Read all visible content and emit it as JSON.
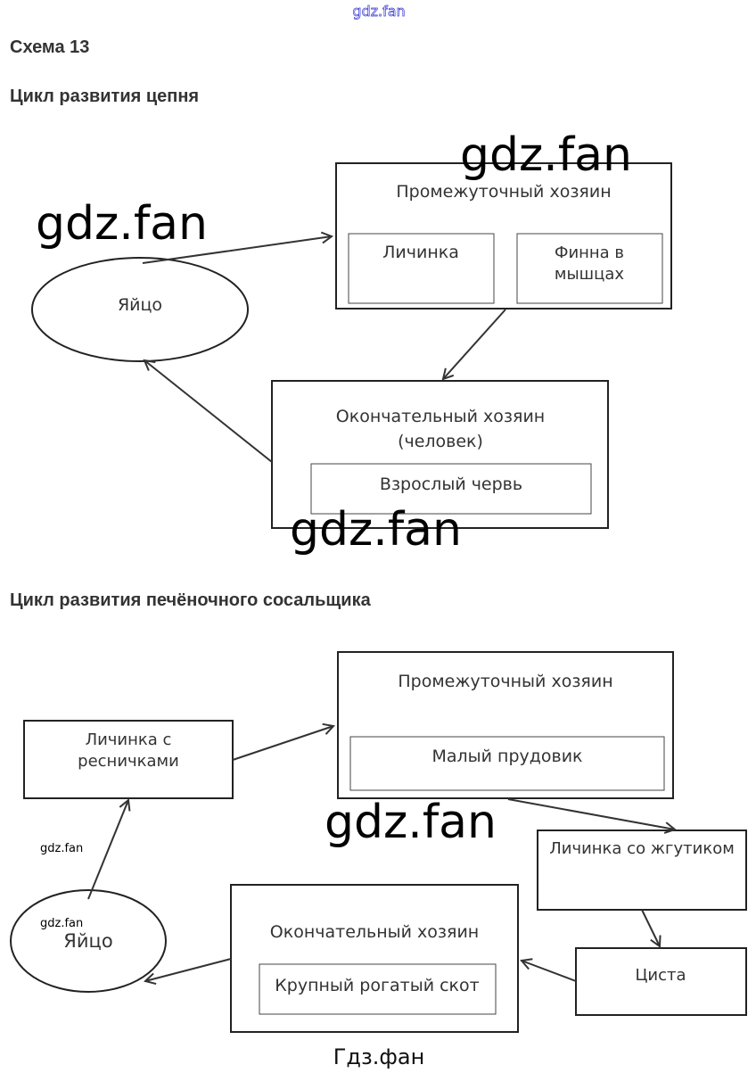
{
  "watermarks": {
    "top": "gdz.fan",
    "large": "gdz.fan",
    "small": "gdz.fan",
    "footer": "Гдз.фан"
  },
  "title": "Схема 13",
  "diagram1": {
    "heading": "Цикл развития цепня",
    "intermediate_host": {
      "title": "Промежуточный хозяин",
      "items": [
        "Личинка",
        "Финна в",
        "мышцах"
      ]
    },
    "egg": "Яйцо",
    "final_host": {
      "title_line1": "Окончательный хозяин",
      "title_line2": "(человек)",
      "item": "Взрослый червь"
    }
  },
  "diagram2": {
    "heading": "Цикл развития печёночного сосальщика",
    "intermediate_host": {
      "title": "Промежуточный хозяин",
      "item": "Малый прудовик"
    },
    "ciliated_larva": [
      "Личинка с",
      "ресничками"
    ],
    "tailed_larva": "Личинка со жгутиком",
    "cyst": "Циста",
    "final_host": {
      "title": "Окончательный хозяин",
      "item": "Крупный рогатый скот"
    },
    "egg": "Яйцо"
  }
}
